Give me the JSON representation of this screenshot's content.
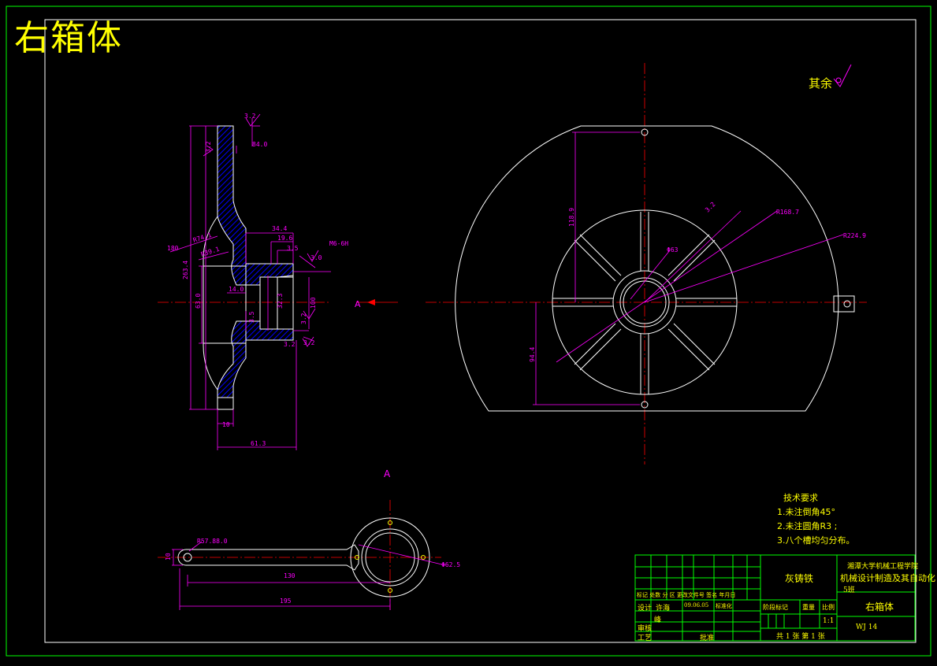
{
  "sheet": {
    "title": "右箱体",
    "surface_note": "其余"
  },
  "colors": {
    "background": "#000000",
    "frame": "#00ff00",
    "inner_frame": "#ffffff",
    "outline": "#ffffff",
    "dimension": "#ff00ff",
    "centerline": "#ff0000",
    "hatch": "#0000ff",
    "text": "#ffff00"
  },
  "section_view": {
    "dims": {
      "r1": "3.2",
      "r2": "3.2",
      "d1": "84.0",
      "d2": "34.4",
      "d3": "19.6",
      "d4": "3.5",
      "d5": "3.0",
      "m": "M6-6H",
      "r3": "R74.1",
      "r4": "R39.1",
      "d6": "180",
      "d7": "263.4",
      "d8": "63.0",
      "d9": "14.0",
      "d10": "32.3",
      "d11": "3.5",
      "d12": "3.2",
      "d13": "100",
      "d14": "3.2",
      "d15": "3.2",
      "d16": "10",
      "d17": "61.3"
    },
    "view_label": "A"
  },
  "front_view": {
    "dims": {
      "d1": "118.9",
      "d2": "94.4",
      "d3": "R168.7",
      "d4": "R224.9",
      "d5": "Φ63",
      "d6": "3.2"
    }
  },
  "bottom_view": {
    "label": "A",
    "dims": {
      "d1": "R57.88.0",
      "d2": "10",
      "d3": "130",
      "d4": "195",
      "d5": "Φ62.5"
    }
  },
  "tech_requirements": {
    "header": "技术要求",
    "items": [
      "1.未注倒角45°",
      "2.未注圆角R3 ;",
      "3.八个槽均匀分布。"
    ]
  },
  "title_block": {
    "material": "灰铸铁",
    "school_1": "湘潭大学机械工程学院",
    "school_2": "机械设计制造及其自动化",
    "school_3": "5班",
    "part_name": "右箱体",
    "drawing_no": "WJ 14",
    "scale": "1:1",
    "sheets": "共 1 张  第 1 张",
    "rev_header": "标记 处数  分  区  更改文件号  签名 年月日",
    "design_label": "设计",
    "designer": "许海",
    "date": "09.06.05",
    "std_label": "标准化",
    "review_label": "审核",
    "process_label": "工艺",
    "approve_label": "批准",
    "stage_label": "阶段标记",
    "weight_label": "重量",
    "ratio_label": "比例",
    "sign_2": "峰"
  }
}
